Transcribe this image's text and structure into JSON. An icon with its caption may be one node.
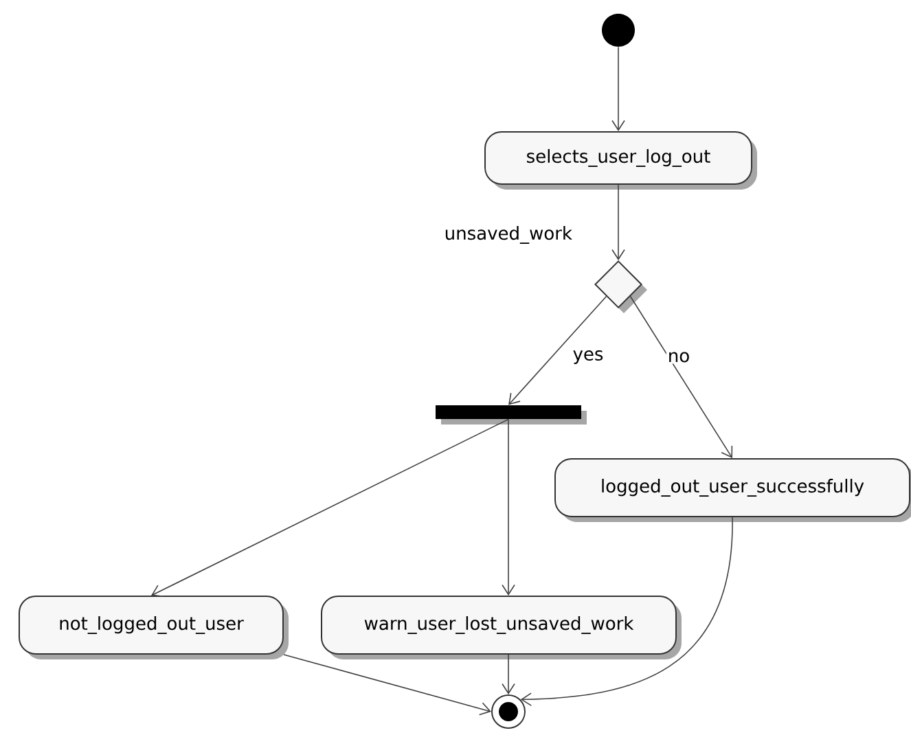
{
  "diagram": {
    "nodes": [
      {
        "text": [],
        "shape": "circle"
      },
      {
        "text": [
          "selects_user_log_out"
        ]
      },
      {
        "text": [],
        "shape": "diamond",
        "beside": [
          "unsaved_work"
        ]
      },
      {
        "text": [],
        "shape": "bar"
      },
      {
        "text": [
          "logged_out_user_successfully"
        ]
      },
      {
        "text": [
          "not_logged_out_user"
        ]
      },
      {
        "text": [
          "warn_user_lost_unsaved_work"
        ]
      },
      {
        "text": [],
        "shape": "circle"
      }
    ],
    "edges": [
      {
        "from": 0,
        "to": 1,
        "arrow": "to"
      },
      {
        "from": 1,
        "to": 2,
        "arrow": "to"
      },
      {
        "from": 2,
        "to": 3,
        "arrow": "to",
        "label": "yes"
      },
      {
        "from": 2,
        "to": 4,
        "arrow": "to",
        "label": "no"
      },
      {
        "from": 3,
        "to": 5,
        "arrow": "to"
      },
      {
        "from": 3,
        "to": 6,
        "arrow": "to"
      },
      {
        "from": 5,
        "to": 7,
        "arrow": "to"
      },
      {
        "from": 6,
        "to": 7,
        "arrow": "to"
      },
      {
        "from": 4,
        "to": 7,
        "arrow": "to"
      }
    ]
  }
}
